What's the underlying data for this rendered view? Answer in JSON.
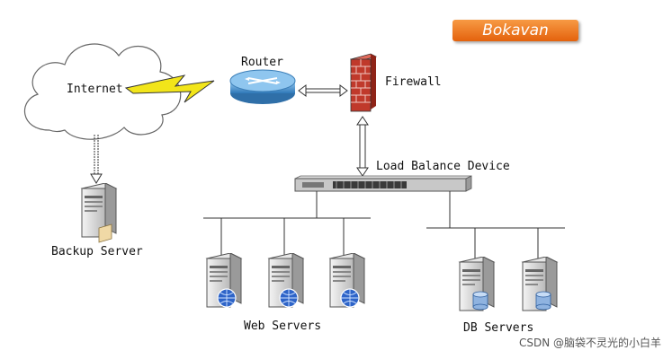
{
  "brand_badge": "Bokavan",
  "nodes": {
    "internet": "Internet",
    "router": "Router",
    "firewall": "Firewall",
    "load_balancer": "Load Balance Device",
    "backup_server": "Backup Server",
    "web_servers": "Web Servers",
    "db_servers": "DB Servers"
  },
  "watermark": "CSDN @脑袋不灵光的小白羊",
  "colors": {
    "badge": "#e4620d",
    "router": "#5b9bd5",
    "firewall": "#c0392b",
    "link_bolt": "#f2e51a"
  }
}
